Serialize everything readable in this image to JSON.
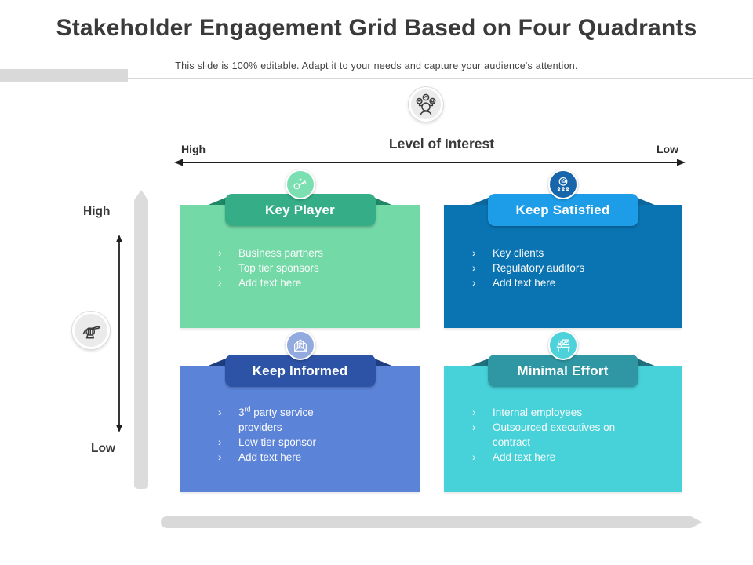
{
  "slide": {
    "title": "Stakeholder Engagement Grid Based on Four Quadrants",
    "subtitle": "This slide is 100% editable. Adapt it to your needs and capture your audience's attention."
  },
  "axes": {
    "horizontal": {
      "title": "Level of Interest",
      "left_label": "High",
      "right_label": "Low",
      "icon": "audience-interest-icon"
    },
    "vertical": {
      "top_label": "High",
      "bottom_label": "Low",
      "icon": "power-hand-pencil-icon"
    }
  },
  "list_bullet": "›",
  "quadrants": [
    {
      "title": "Key Player",
      "icon": "key-icon",
      "items": [
        "Business partners",
        "Top tier sponsors",
        "Add text here"
      ],
      "colors": {
        "banner": "#35ad86",
        "body": "#73d9a7",
        "fold": "#1f8667",
        "icon_bg": "#7cdfb2"
      }
    },
    {
      "title": "Keep Satisfied",
      "icon": "feedback-bubble-icon",
      "items": [
        "Key clients",
        "Regulatory auditors",
        "Add text here"
      ],
      "colors": {
        "banner": "#1d9de8",
        "body": "#0a74b2",
        "fold": "#0d679c",
        "icon_bg": "#1766ab"
      }
    },
    {
      "title": "Keep Informed",
      "icon": "open-envelope-icon",
      "items": [
        "3rd party service providers",
        "Low tier sponsor",
        "Add text here"
      ],
      "colors": {
        "banner": "#2c53a5",
        "body": "#5b84d9",
        "fold": "#1d3d7f",
        "icon_bg": "#93aade"
      }
    },
    {
      "title": "Minimal Effort",
      "icon": "workstation-icon",
      "items": [
        "Internal employees",
        "Outsourced executives on contract",
        "Add text here"
      ],
      "colors": {
        "banner": "#2f97a4",
        "body": "#47d2da",
        "fold": "#1f6f7c",
        "icon_bg": "#4ed2d9"
      }
    }
  ]
}
